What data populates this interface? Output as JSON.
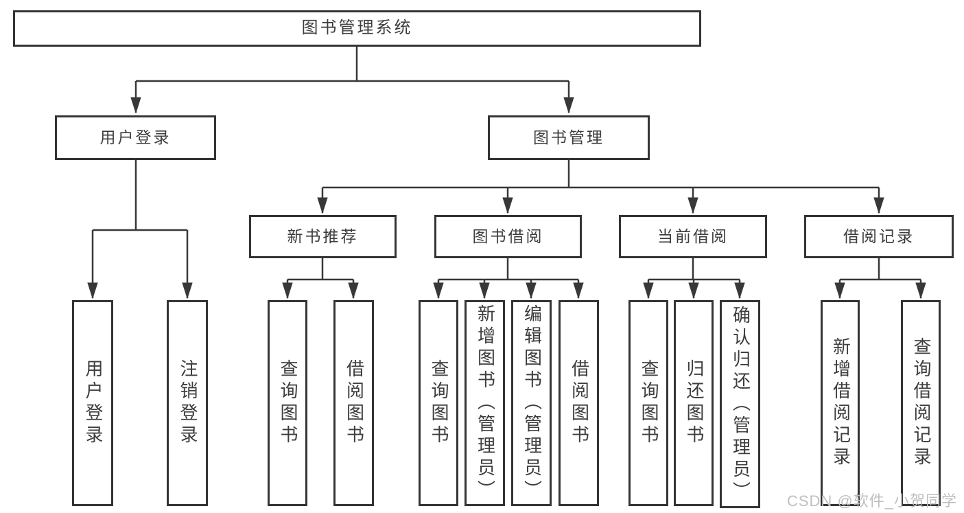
{
  "tree": {
    "root": "图书管理系统",
    "user_login": {
      "label": "用户登录",
      "children": [
        "用户登录",
        "注销登录"
      ]
    },
    "book_mgmt": {
      "label": "图书管理",
      "groups": [
        {
          "label": "新书推荐",
          "children": [
            "查询图书",
            "借阅图书"
          ]
        },
        {
          "label": "图书借阅",
          "children": [
            "查询图书",
            "新增图书（管理员）",
            "编辑图书（管理员）",
            "借阅图书"
          ]
        },
        {
          "label": "当前借阅",
          "children": [
            "查询图书",
            "归还图书",
            "确认归还（管理员）"
          ]
        },
        {
          "label": "借阅记录",
          "children": [
            "新增借阅记录",
            "查询借阅记录"
          ]
        }
      ]
    }
  },
  "watermark": "CSDN @软件_小贺同学",
  "colors": {
    "line": "#383838",
    "text": "#3d3d3d",
    "background": "#ffffff",
    "watermark_text": "#bfbfbf"
  }
}
